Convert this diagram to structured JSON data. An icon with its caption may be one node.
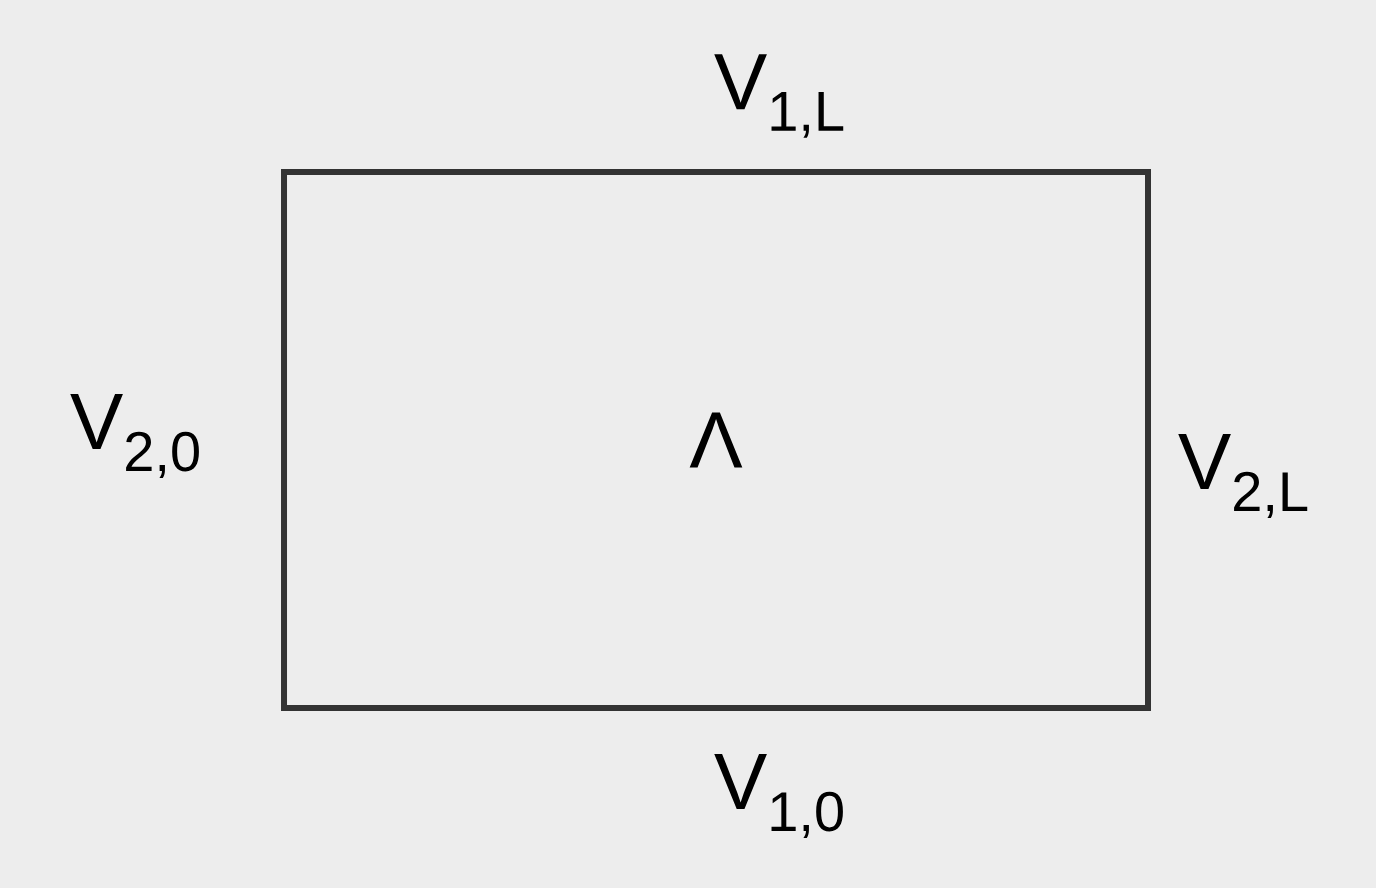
{
  "diagram": {
    "nodes": [
      {
        "text": [
          "Λ"
        ]
      }
    ],
    "labels": [
      "V$_{1,L}$",
      "V$_{2,0}$",
      "V$_{2,L}$",
      "V$_{1,0}$"
    ]
  }
}
